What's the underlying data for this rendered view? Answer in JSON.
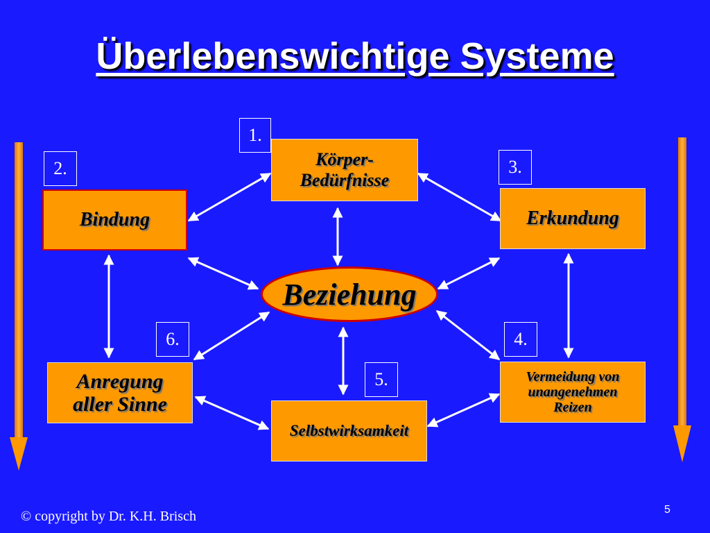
{
  "slide": {
    "title": "Überlebenswichtige Systeme",
    "footer": "© copyright by Dr. K.H. Brisch",
    "page_number": "5"
  },
  "center": {
    "label": "Beziehung"
  },
  "boxes": {
    "koerper": {
      "line1": "Körper-",
      "line2": "Bedürfnisse",
      "number": "1."
    },
    "bindung": {
      "label": "Bindung",
      "number": "2."
    },
    "erkundung": {
      "label": "Erkundung",
      "number": "3."
    },
    "vermeidung": {
      "line1": "Vermeidung von",
      "line2": "unangenehmen",
      "line3": "Reizen",
      "number": "4."
    },
    "selbst": {
      "label": "Selbstwirksamkeit",
      "number": "5."
    },
    "anregung": {
      "line1": "Anregung",
      "line2": "aller Sinne",
      "number": "6."
    }
  },
  "colors": {
    "background": "#1a1aff",
    "box_fill": "#ff9900",
    "ellipse_border": "#cc0000",
    "side_arrow": "#ff9900",
    "connector": "#ffffff"
  }
}
